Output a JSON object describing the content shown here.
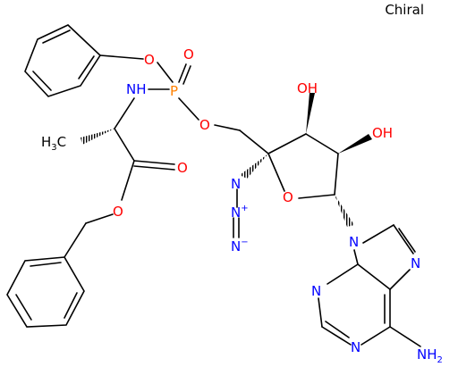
{
  "chiral_flag": "Chiral",
  "colors": {
    "bond": "#000000",
    "O": "#ff0000",
    "N": "#0000ff",
    "P": "#ff8000",
    "C": "#000000"
  },
  "atoms": {
    "o_ph": "O",
    "o_dbl": "O",
    "p": "P",
    "nh": "NH",
    "o_ester": "O",
    "o_carbonyl": "O",
    "o_bn": "O",
    "ch3": "H",
    "ch3_sub": "3",
    "ch3_c": "C",
    "oh1": "OH",
    "oh2": "OH",
    "o_ring": "O",
    "n_az1": "N",
    "n_az2": "N",
    "n_az2_charge": "+",
    "n_az3": "N",
    "n_az3_charge": "−",
    "n9": "N",
    "n7": "N",
    "n3": "N",
    "n1": "N",
    "nh2": "NH",
    "nh2_sub": "2"
  }
}
